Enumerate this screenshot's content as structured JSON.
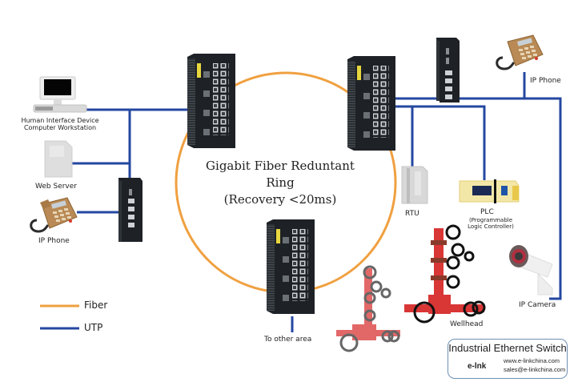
{
  "diagram": {
    "title": "Gigabit Fiber Reduntant Ring",
    "subtitle": "(Recovery <20ms)",
    "colors": {
      "fiber": "#f0a040",
      "utp": "#2447a0",
      "switch_body": "#1e2226",
      "phone": "#b98a55",
      "plc": "#f3e7a8",
      "wellhead": "#d93636"
    },
    "nodes": [
      {
        "id": "workstation",
        "label": "Human Interface Device\nComputer Workstation",
        "icon": "computer-workstation-icon"
      },
      {
        "id": "web-server",
        "label": "Web Server",
        "icon": "server-icon"
      },
      {
        "id": "ip-phone-left",
        "label": "IP Phone",
        "icon": "ip-phone-icon"
      },
      {
        "id": "switch-left-small",
        "label": "",
        "icon": "din-rail-switch-icon"
      },
      {
        "id": "switch-ring-left",
        "label": "",
        "icon": "managed-switch-icon"
      },
      {
        "id": "switch-ring-right",
        "label": "",
        "icon": "managed-switch-icon"
      },
      {
        "id": "switch-ring-bottom",
        "label": "",
        "icon": "managed-switch-icon"
      },
      {
        "id": "switch-right-small",
        "label": "",
        "icon": "din-rail-switch-icon"
      },
      {
        "id": "ip-phone-right",
        "label": "IP Phone",
        "icon": "ip-phone-icon"
      },
      {
        "id": "rtu",
        "label": "RTU",
        "icon": "rtu-icon"
      },
      {
        "id": "plc",
        "label": "PLC",
        "sublabel": "(Programmable\nLogic Controller)",
        "icon": "plc-icon"
      },
      {
        "id": "ip-camera",
        "label": "IP Camera",
        "icon": "ip-camera-icon"
      },
      {
        "id": "wellhead",
        "label": "Wellhead",
        "icon": "wellhead-icon"
      },
      {
        "id": "other-area",
        "label": "To other area",
        "icon": ""
      }
    ],
    "links": [
      {
        "from": "switch-ring-left",
        "to": "switch-ring-right",
        "type": "Fiber"
      },
      {
        "from": "switch-ring-right",
        "to": "switch-ring-bottom",
        "type": "Fiber"
      },
      {
        "from": "switch-ring-bottom",
        "to": "switch-ring-left",
        "type": "Fiber"
      },
      {
        "from": "workstation",
        "to": "switch-ring-left",
        "type": "UTP"
      },
      {
        "from": "web-server",
        "to": "switch-left-small",
        "type": "UTP"
      },
      {
        "from": "ip-phone-left",
        "to": "switch-left-small",
        "type": "UTP"
      },
      {
        "from": "switch-left-small",
        "to": "switch-ring-left",
        "type": "UTP"
      },
      {
        "from": "switch-ring-right",
        "to": "switch-right-small",
        "type": "UTP"
      },
      {
        "from": "switch-ring-right",
        "to": "ip-phone-right",
        "type": "UTP"
      },
      {
        "from": "switch-ring-right",
        "to": "ip-camera",
        "type": "UTP"
      },
      {
        "from": "switch-ring-right",
        "to": "rtu",
        "type": "UTP"
      },
      {
        "from": "switch-ring-right",
        "to": "plc",
        "type": "UTP"
      },
      {
        "from": "switch-ring-bottom",
        "to": "other-area",
        "type": "UTP"
      }
    ]
  },
  "labels": {
    "workstation_line1": "Human Interface Device",
    "workstation_line2": "Computer Workstation",
    "web_server": "Web Server",
    "ip_phone_left": "IP Phone",
    "ip_phone_right": "IP Phone",
    "rtu": "RTU",
    "plc": "PLC",
    "plc_sub1": "(Programmable",
    "plc_sub2": "Logic Controller)",
    "ip_camera": "IP Camera",
    "wellhead": "Wellhead",
    "other_area": "To other area"
  },
  "legend": {
    "items": [
      {
        "label": "Fiber",
        "color": "#f0a040"
      },
      {
        "label": "UTP",
        "color": "#2447a0"
      }
    ]
  },
  "brand": {
    "title": "Industrial Ethernet Switch",
    "name": "e-lnk",
    "website": "www.e-linkchina.com",
    "email": "sales@e-linkchina.com"
  }
}
